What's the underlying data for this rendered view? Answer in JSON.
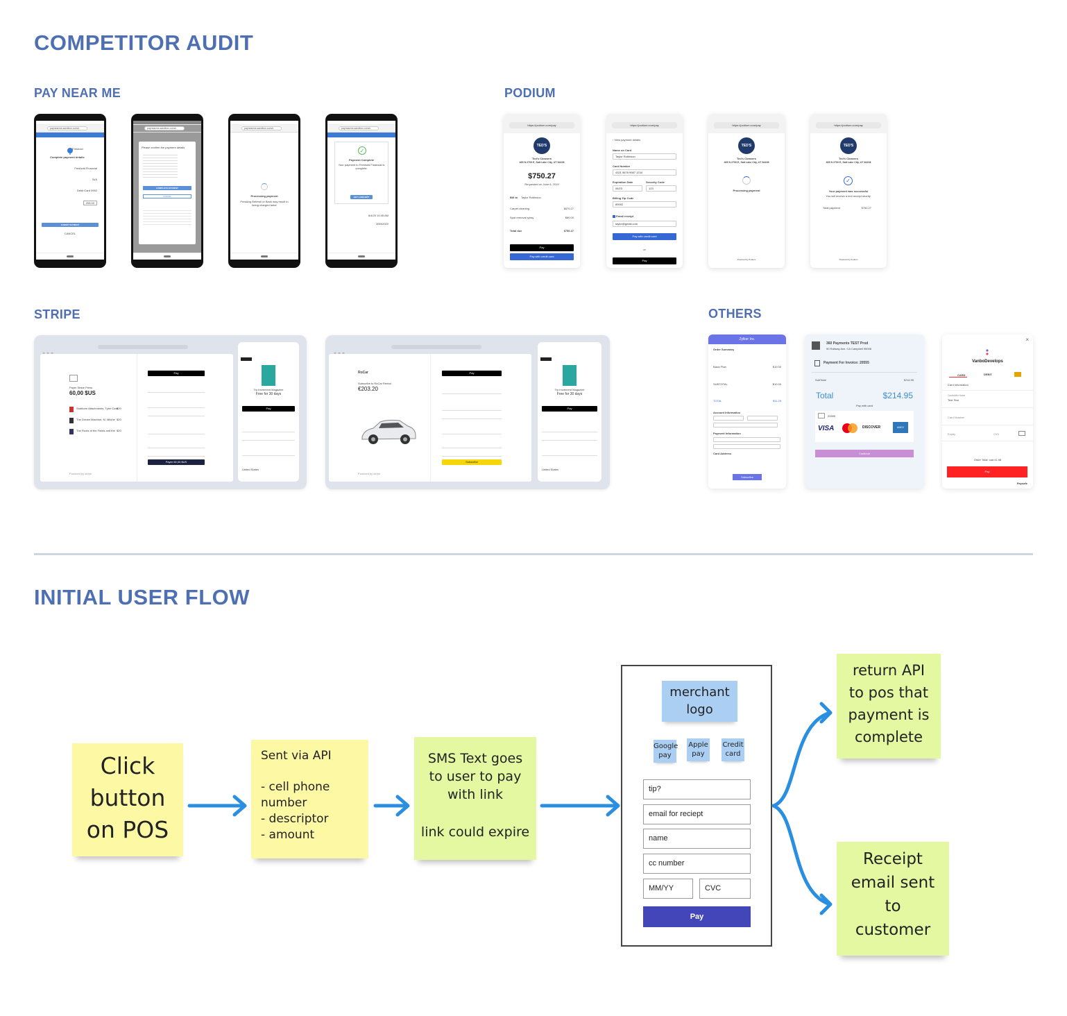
{
  "headings": {
    "audit": "COMPETITOR AUDIT",
    "pay_near_me": "PAY NEAR ME",
    "podium": "PODIUM",
    "stripe": "STRIPE",
    "others": "OTHERS",
    "flow": "INITIAL USER FLOW"
  },
  "pay_near_me": {
    "url": "paynearme-sandbox.com/c",
    "s1_title": "Complete payment details",
    "s1_brand": "Freshold",
    "s1_rows": [
      "Freshold Financial",
      "N/A",
      "Debit Card 9992",
      "205.00"
    ],
    "s1_submit": "SUBMIT PAYMENT",
    "s1_cancel": "CANCEL",
    "s2_title": "Please confirm the payment details",
    "s2_complete": "COMPLETE PAYMENT",
    "s2_cancel": "CANCEL",
    "s3_title": "Processing payment",
    "s3_sub": "Pressing Refresh or Back may result in being charged twice",
    "s4_title": "Payment Complete",
    "s4_sub": "Your payment to Freshold Financial is complete.",
    "s4_btn": "GET A RECEIPT",
    "s4_date": "6/4/20 10:45 AM",
    "s4_ref": "00002020"
  },
  "podium": {
    "url": "https://podium.com/pay",
    "logo": "TED'S",
    "merchant": "Ted's Cleaners",
    "address": "465 N 2700 E, Salt Lake City, UT 84108",
    "amount": "$750.27",
    "requested": "Requested on June 6, 2019",
    "bill_to": "Bill to",
    "customer": "Taylor Robinson",
    "items": [
      [
        "Carpet cleaning",
        "$670.27"
      ],
      [
        "Spot removal spray",
        "$80.00"
      ]
    ],
    "total_label": "Total due",
    "total": "$750.27",
    "apple_pay": "Pay",
    "pay_card": "Pay with credit card",
    "back": "View payment details",
    "name_label": "Name on Card",
    "card_label": "Card Number",
    "card_value": "4321 5678 9987 1234",
    "exp_label": "Expiration Date",
    "exp_value": "06/23",
    "cvc_label": "Security Code",
    "cvc_value": "123",
    "zip_label": "Billing Zip Code",
    "zip_value": "89052",
    "email_label": "Email receipt",
    "email_value": "taylor@gmail.com",
    "or": "or",
    "processing": "Processing payment",
    "powered": "Powered by Podium",
    "success": "Your payment was successful",
    "success_sub": "You will receive a text receipt shortly.",
    "total_payment": "Total payment"
  },
  "stripe": {
    "d1_label": "Payer Stripe Press",
    "d1_amount": "60,00 $US",
    "d1_items": [
      [
        "Stubborn Attachments, Tyler Cowen",
        "$20"
      ],
      [
        "The Dream Machine, M. Mitchell Waldrop",
        "$20"
      ],
      [
        "The Roots of the Fields and the Cities",
        "$20"
      ]
    ],
    "d1_pay": "Payer 60,00 $US",
    "apple": "Pay",
    "m1_title": "Try Increment Magazine",
    "m1_free": "Free for 30 days",
    "d2_label": "Subscribe to RoCar Rental",
    "d2_amount": "€203.20",
    "d2_brand": "RoCar",
    "d2_subscribe": "Subscribe",
    "country": "United States",
    "powered": "Powered by stripe"
  },
  "others": {
    "zyl_title": "Zylker Inc.",
    "zyl_summary": "Order Summary",
    "zyl_plan": "Basic Plan",
    "zyl_price": "$10.00",
    "zyl_subtotal": "SUBTOTAL",
    "zyl_total": "TOTAL",
    "zyl_total_v": "$11.25",
    "zyl_account": "Account Information",
    "zyl_payment": "Payment Information",
    "zyl_address": "Card Address",
    "zyl_btn": "Subscribe",
    "p360_title": "360 Payments TEST Prod",
    "p360_addr": "90 Railway Ave. CA Campbell 95008",
    "p360_invoice": "Payment For Invoice: 20555",
    "p360_sub_label": "SubTotal",
    "p360_sub": "$214.95",
    "p360_total_label": "Total",
    "p360_total": "$214.95",
    "p360_card": "Pay with card",
    "p360_num": "20555",
    "p360_brands": [
      "VISA",
      "MasterCard",
      "DISCOVER",
      "AMEX"
    ],
    "p360_btn": "Continue",
    "vanbo_title": "VanboDevelops",
    "vanbo_tabs": [
      "CARD",
      "DEBIT"
    ],
    "vanbo_info": "Card Information",
    "vanbo_name_label": "Cardholder Name",
    "vanbo_name": "Test Test",
    "vanbo_num": "Card Number",
    "vanbo_exp": "Expiry",
    "vanbo_cvv": "CVV",
    "vanbo_total": "Order Total: cad 41.98",
    "vanbo_btn": "Pay",
    "vanbo_brand": "Paysafe"
  },
  "flow": {
    "step1": [
      "Click",
      "button",
      "on POS"
    ],
    "step2_title": "Sent via API",
    "step2_items": [
      "- cell phone",
      "number",
      "- descriptor",
      "- amount"
    ],
    "step3_line1": [
      "SMS Text goes",
      "to user to pay",
      "with link"
    ],
    "step3_line2": "link could expire",
    "wire": {
      "logo": [
        "merchant",
        "logo"
      ],
      "methods": [
        [
          "Google",
          "pay"
        ],
        [
          "Apple",
          "pay"
        ],
        [
          "Credit",
          "card"
        ]
      ],
      "fields": [
        "tip?",
        "email for reciept",
        "name",
        "cc number"
      ],
      "exp": "MM/YY",
      "cvc": "CVC",
      "pay": "Pay"
    },
    "out1": [
      "return API",
      "to pos that",
      "payment is",
      "complete"
    ],
    "out2": [
      "Receipt",
      "email sent",
      "to",
      "customer"
    ],
    "arrow_color": "#2a8fe0"
  }
}
